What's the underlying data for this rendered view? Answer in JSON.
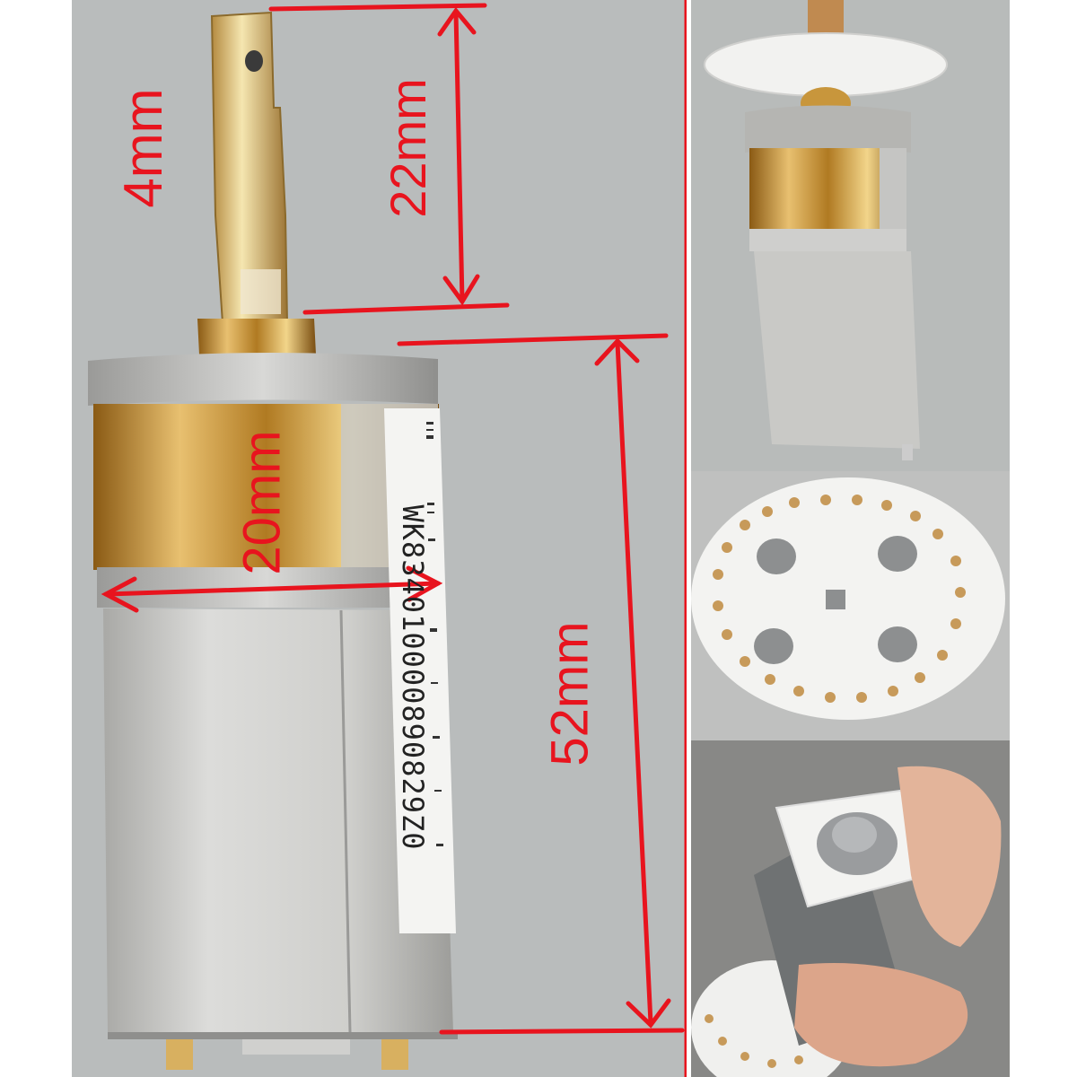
{
  "dimensions": {
    "shaft_width": "4mm",
    "shaft_length": "22mm",
    "body_diameter": "20mm",
    "body_length": "52mm"
  },
  "motor_label": {
    "serial": "WK834010000890829Z0"
  },
  "colors": {
    "dimension_red": "#e8141e",
    "background_gray": "#b9bcbc",
    "brass": "#c89a3a",
    "steel": "#c9c9c7",
    "white_plastic": "#f2f2f0"
  },
  "panels": [
    "main-motor-photo",
    "motor-with-disc-photo",
    "encoder-disc-photo",
    "hand-holding-motor-photo"
  ]
}
